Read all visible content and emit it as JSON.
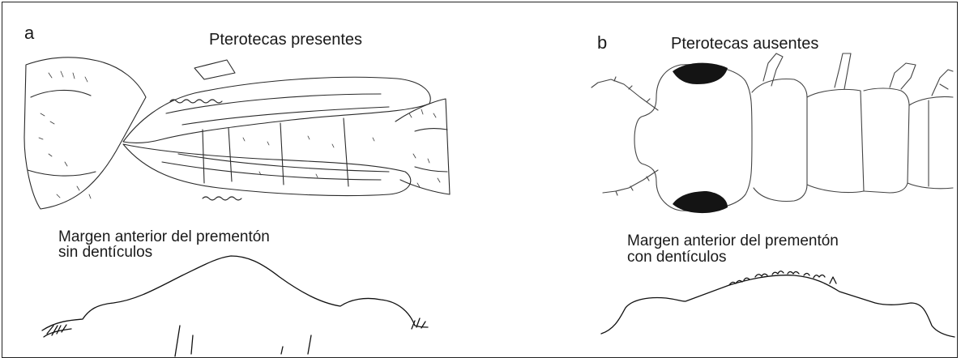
{
  "panels": {
    "a": {
      "letter": "a",
      "title": "Pterotecas presentes",
      "caption_line1": "Margen anterior del prementón",
      "caption_line2": "sin dentículos"
    },
    "b": {
      "letter": "b",
      "title": "Pterotecas ausentes",
      "caption_line1": "Margen anterior del prementón",
      "caption_line2": "con dentículos"
    }
  }
}
